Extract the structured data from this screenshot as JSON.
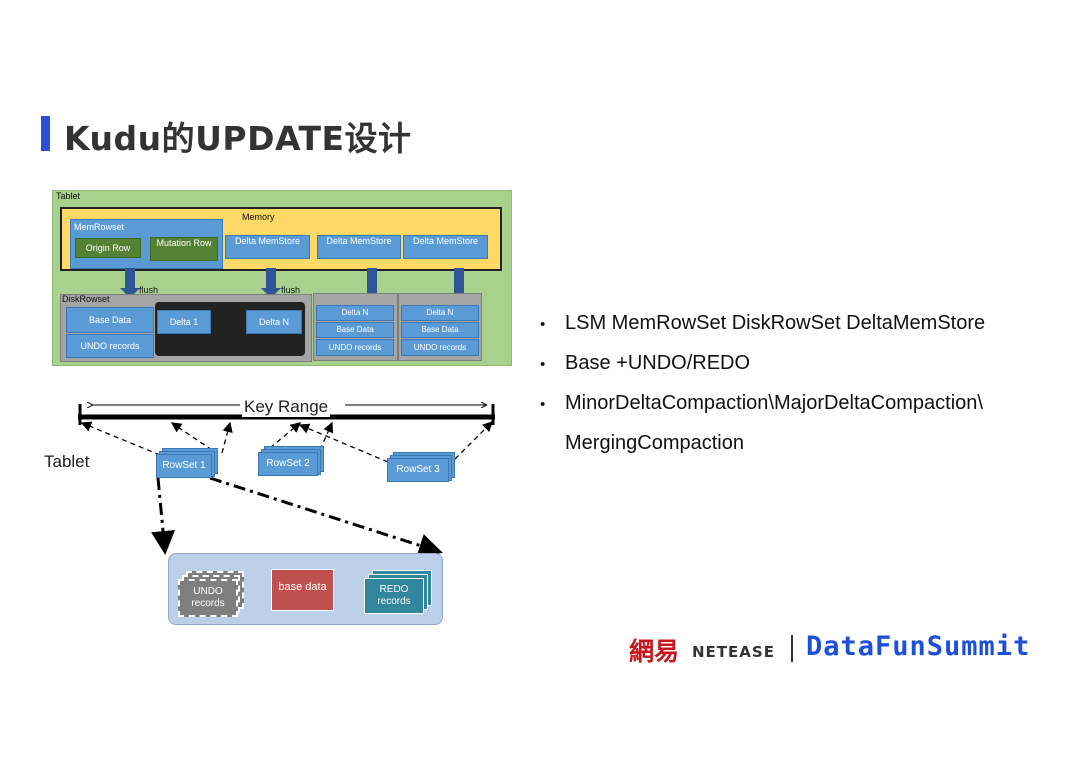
{
  "title": "Kudu的UPDATE设计",
  "diagram": {
    "tablet_label": "Tablet",
    "memory_label": "Memory",
    "memrowset_label": "MemRowset",
    "origin_row": "Origin Row",
    "mutation_row": "Mutation Row",
    "delta_memstore": "Delta MemStore",
    "flush_label": "flush",
    "diskrowset_label": "DiskRowset",
    "base_data": "Base Data",
    "undo_records": "UNDO records",
    "delta_1": "Delta 1",
    "delta_n": "Delta N",
    "key_range": "Key Range",
    "tablet_side_label": "Tablet",
    "rowset_1": "RowSet 1",
    "rowset_2": "RowSet 2",
    "rowset_3": "RowSet 3",
    "undo_records_stack": "UNDO records",
    "base_data_lower": "base data",
    "redo_records": "REDO records",
    "colors": {
      "tablet_bg": "#a8d18d",
      "memory_bg": "#ffd966",
      "blue": "#5b9bd5",
      "green": "#548235",
      "red": "#c0504d",
      "teal": "#31859c"
    }
  },
  "bullets": [
    "LSM MemRowSet  DiskRowSet DeltaMemStore",
    "Base +UNDO/REDO",
    "MinorDeltaCompaction\\MajorDeltaCompaction\\",
    "MergingCompaction"
  ],
  "logos": {
    "netease_cn": "網易",
    "netease_en": "NETEASE",
    "datafun": "DataFunSummit"
  }
}
